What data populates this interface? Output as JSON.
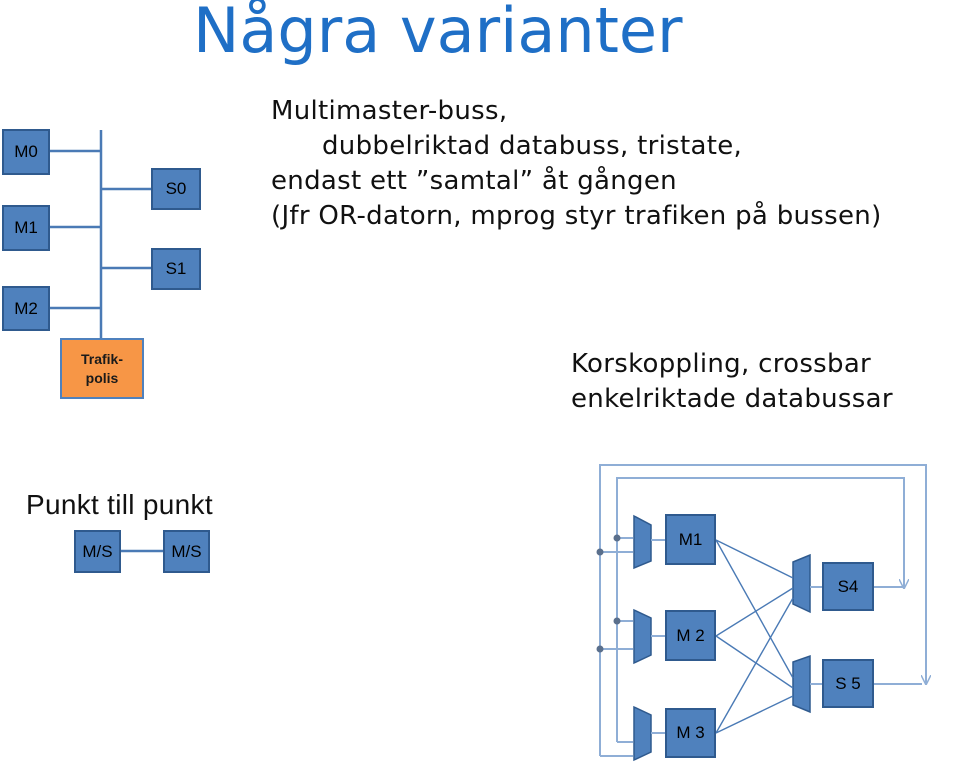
{
  "title": "Några varianter",
  "multimaster": {
    "lines": [
      "Multimaster-buss,",
      "dubbelriktad databuss, tristate,",
      "endast ett ”samtal” åt gången",
      "(Jfr OR-datorn, mprog styr trafiken på bussen)"
    ],
    "masters": [
      "M0",
      "M1",
      "M2"
    ],
    "slaves": [
      "S0",
      "S1"
    ],
    "police": [
      "Trafik-",
      "polis"
    ]
  },
  "point_to_point": {
    "heading": "Punkt till punkt",
    "nodes": [
      "M/S",
      "M/S"
    ]
  },
  "crossbar": {
    "lines": [
      "Korskoppling, crossbar",
      "enkelriktade databussar"
    ],
    "masters": [
      "M1",
      "M 2",
      "M 3"
    ],
    "slaves": [
      "S4",
      "S 5"
    ]
  },
  "colors": {
    "title": "#1f6fc6",
    "node_fill": "#4f81bd",
    "node_border": "#2f5a8e",
    "police_fill": "#f79646",
    "wire": "#4a7ab5",
    "loop": "#8faed6"
  }
}
